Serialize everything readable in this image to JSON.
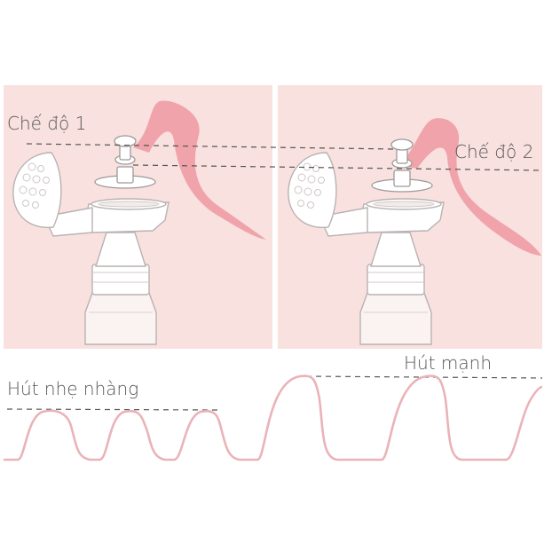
{
  "colors": {
    "panel_background": "#f8e1df",
    "milk_stream": "#f0a3aa",
    "wave_line": "#eab3b8",
    "pump_body": "#fbf3f2",
    "pump_outline": "#b9b2b2",
    "dashed_line": "#555555",
    "text": "#555555"
  },
  "top_panels": {
    "mode_1_label": "Chế độ 1",
    "mode_2_label": "Chế độ 2"
  },
  "suction_chart": {
    "gentle_label": "Hút nhẹ nhàng",
    "strong_label": "Hút mạnh"
  },
  "icons": [
    "breast-pump-icon",
    "milk-stream-icon",
    "valve-icon"
  ]
}
